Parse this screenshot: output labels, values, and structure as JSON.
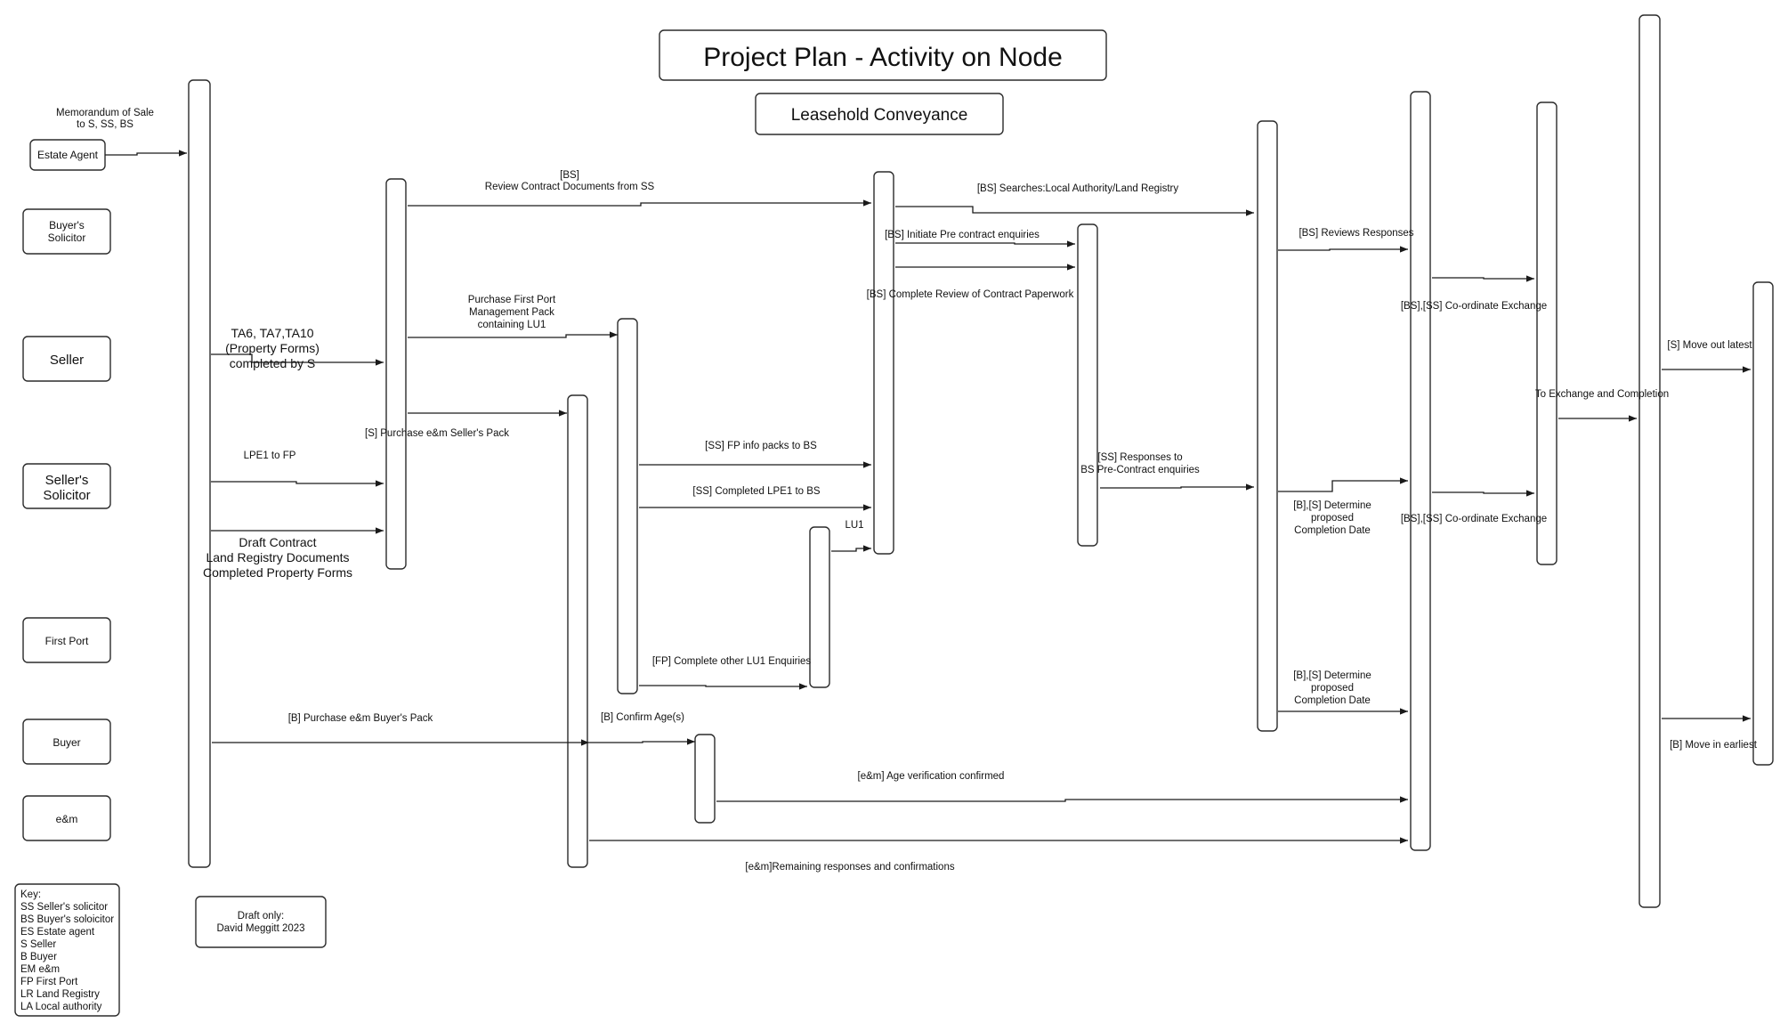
{
  "title": "Project Plan - Activity on Node",
  "subtitle": "Leasehold Conveyance",
  "actors": {
    "estate_agent": [
      "Estate Agent"
    ],
    "buyers_solicitor": [
      "Buyer's",
      "Solicitor"
    ],
    "seller": [
      "Seller"
    ],
    "sellers_solicitor": [
      "Seller's",
      "Solicitor"
    ],
    "first_port": [
      "First Port"
    ],
    "buyer": [
      "Buyer"
    ],
    "em": [
      "e&m"
    ]
  },
  "labels": {
    "memorandum": [
      "Memorandum of Sale",
      "to S, SS, BS"
    ],
    "review_contract": [
      "[BS]",
      "Review Contract Documents from SS"
    ],
    "searches": [
      "[BS] Searches:Local Authority/Land Registry"
    ],
    "initiate_enquiries": [
      "[BS] Initiate Pre contract enquiries"
    ],
    "complete_review": [
      "[BS] Complete Review of Contract Paperwork"
    ],
    "reviews_responses": [
      "[BS] Reviews Responses"
    ],
    "coordinate_exchange_1": [
      "[BS],[SS] Co-ordinate Exchange"
    ],
    "move_out": [
      "[S] Move out latest"
    ],
    "to_exchange": [
      "To Exchange and Completion"
    ],
    "ta_forms": [
      "TA6, TA7,TA10",
      "(Property Forms)",
      "completed by S"
    ],
    "purchase_first_port": [
      "Purchase First Port",
      "Management Pack",
      "containing LU1"
    ],
    "purchase_em_seller": [
      "[S] Purchase e&m Seller's Pack"
    ],
    "lpe1_to_fp": [
      "LPE1 to FP"
    ],
    "fp_info_packs": [
      "[SS] FP info packs to BS"
    ],
    "completed_lpe1": [
      "[SS] Completed LPE1 to BS"
    ],
    "lu1": [
      "LU1"
    ],
    "ss_responses": [
      "[SS] Responses to",
      "BS Pre-Contract enquiries"
    ],
    "determine_completion_1": [
      "[B],[S] Determine",
      "proposed",
      "Completion Date"
    ],
    "coordinate_exchange_2": [
      "[BS],[SS] Co-ordinate Exchange"
    ],
    "draft_contract": [
      "Draft Contract",
      "Land Registry Documents",
      "Completed Property Forms"
    ],
    "fp_complete_lu1": [
      "[FP] Complete other LU1 Enquiries"
    ],
    "determine_completion_2": [
      "[B],[S] Determine",
      "proposed",
      "Completion Date"
    ],
    "purchase_em_buyer": [
      "[B] Purchase e&m Buyer's Pack"
    ],
    "confirm_ages": [
      "[B] Confirm Age(s)"
    ],
    "move_in": [
      "[B] Move in earliest"
    ],
    "age_verification": [
      "[e&m] Age verification confirmed"
    ],
    "remaining_responses": [
      "[e&m]Remaining responses and confirmations"
    ]
  },
  "key": {
    "heading": "Key:",
    "items": [
      "SS Seller's solicitor",
      "BS Buyer's soloicitor",
      "ES Estate agent",
      "S Seller",
      "B Buyer",
      "EM e&m",
      "FP First Port",
      "LR Land Registry",
      "LA Local authority"
    ]
  },
  "draft_note": [
    "Draft only:",
    "David Meggitt 2023"
  ]
}
